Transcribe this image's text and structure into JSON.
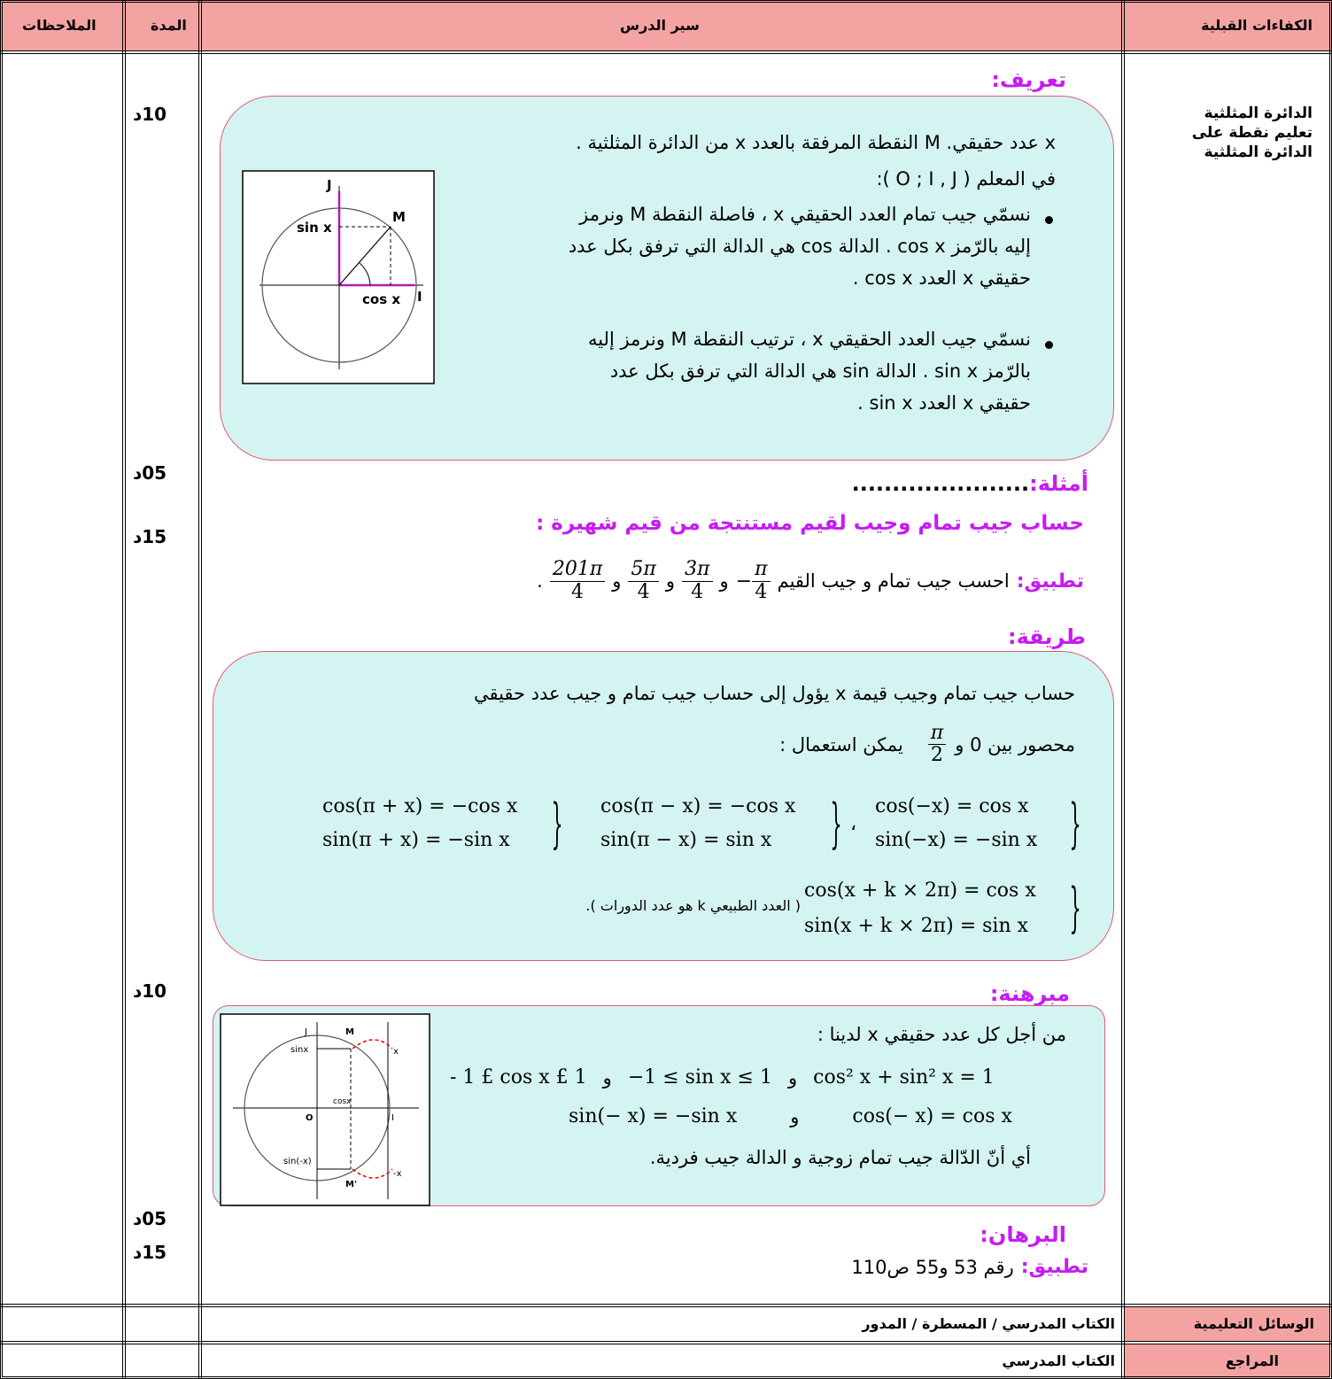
{
  "header": {
    "col_prior": "الكفاءات القبلية",
    "col_lesson": "سير الدرس",
    "col_duration": "المدة",
    "col_notes": "الملاحظات"
  },
  "prior_skills": {
    "line1": "الدائرة المثلثية",
    "line2": "تعليم نقطة على",
    "line3": "الدائرة المثلثية"
  },
  "durations": [
    "10د",
    "05د",
    "15د",
    "10د",
    "05د",
    "15د"
  ],
  "definition": {
    "heading": "تعريف:",
    "line1": "x عدد حقيقي. M النقطة المرفقة بالعدد x من الدائرة المثلثية .",
    "line2": "في المعلم ( O ; I , J ):",
    "bullet1_l1": "نسمّي جيب تمام العدد الحقيقي x ، فاصلة النقطة M ونرمز",
    "bullet1_l2": "إليه بالرّمز cos x . الدالة cos هي الدالة التي ترفق بكل عدد",
    "bullet1_l3": "حقيقي x العدد cos x .",
    "bullet2_l1": "نسمّي جيب العدد الحقيقي x ، ترتيب النقطة M ونرمز إليه",
    "bullet2_l2": "بالرّمز sin x . الدالة sin هي الدالة التي ترفق بكل عدد",
    "bullet2_l3": "حقيقي x العدد sin x ."
  },
  "figure1": {
    "J": "J",
    "M": "M",
    "I": "I",
    "sin": "sin x",
    "cos": "cos x"
  },
  "examples": {
    "heading": "أمثلة:",
    "dots": "......................",
    "subheading": "حساب جيب تمام وجيب لقيم مستنتجة من قيم شهيرة :",
    "app_label": "تطبيق:",
    "app_text": "احسب جيب تمام و جيب القيم",
    "and": "و",
    "minus": "−",
    "pi": "π",
    "num2": "5π",
    "num3": "3π",
    "num4": "201π",
    "den": "4",
    "end": "."
  },
  "method": {
    "heading": "طريقة:",
    "line1": "حساب جيب تمام وجيب قيمة x يؤول إلى حساب جيب تمام و جيب عدد حقيقي",
    "line2a": "محصور بين 0 و",
    "line2b": "يمكن استعمال :",
    "frac_num": "π",
    "frac_den": "2",
    "f1a": "cos(π + x) = −cos x",
    "f1b": "sin(π + x) = −sin x",
    "f2a": "cos(π − x) = −cos x",
    "f2b": "sin(π − x) = sin x",
    "comma": "،",
    "f3a": "cos(−x) = cos x",
    "f3b": "sin(−x) = −sin x",
    "f4a": "cos(x + k × 2π) = cos x",
    "f4b": "sin(x + k × 2π) = sin x",
    "note": "( العدد الطبيعي k هو عدد الدورات )."
  },
  "theorem": {
    "heading": "مبرهنة:",
    "line1": "من أجل كل عدد حقيقي x لدينا :",
    "l2a": "- 1 £ cos x £ 1",
    "l2b": "و",
    "l2c": "−1 ≤ sin x ≤ 1",
    "l2d": "و",
    "l2e": "cos² x + sin² x = 1",
    "l3a": "sin(− x) = −sin x",
    "l3b": "و",
    "l3c": "cos(− x) = cos x",
    "line4": "أي أنّ الدّالة جيب تمام زوجية و الدالة جيب فردية."
  },
  "figure2": {
    "J": "J",
    "M": "M",
    "x": "x",
    "sinx": "sinx",
    "cosx": "cosx",
    "O": "O",
    "I": "I",
    "sinmx": "sin(-x)",
    "Mp": "M'",
    "mx": "-x"
  },
  "proof": {
    "heading": "البرهان:",
    "app_label": "تطبيق:",
    "app_text": "رقم 53 و55 ص110"
  },
  "footer": {
    "tools_label": "الوسائل التعليمية",
    "tools_value": "الكتاب المدرسي /  المسطرة / المدور",
    "refs_label": "المراجع",
    "refs_value": "الكتاب المدرسي"
  }
}
